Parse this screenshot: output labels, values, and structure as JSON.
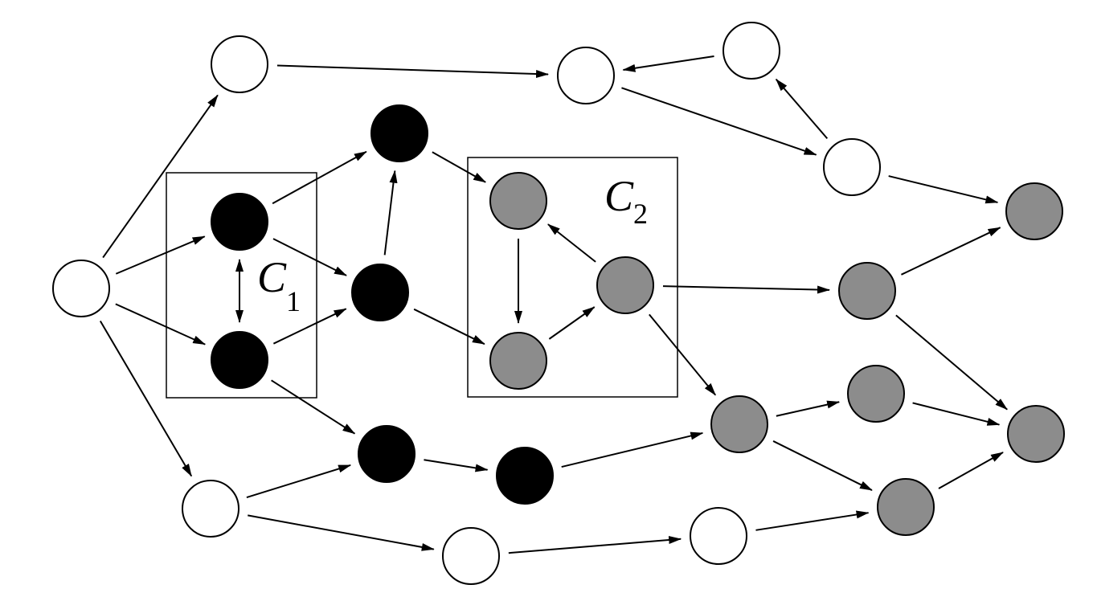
{
  "colors": {
    "white_node_fill": "#ffffff",
    "black_node_fill": "#000000",
    "gray_node_fill": "#8c8c8c",
    "stroke": "#000000"
  },
  "clusters": [
    {
      "id": "C1",
      "letter": "C",
      "subscript": "1"
    },
    {
      "id": "C2",
      "letter": "C",
      "subscript": "2"
    }
  ],
  "nodes": [
    {
      "id": "w0",
      "kind": "white"
    },
    {
      "id": "w1",
      "kind": "white"
    },
    {
      "id": "w2",
      "kind": "white"
    },
    {
      "id": "w3",
      "kind": "white"
    },
    {
      "id": "w4",
      "kind": "white"
    },
    {
      "id": "w5",
      "kind": "white"
    },
    {
      "id": "w6",
      "kind": "white"
    },
    {
      "id": "w7",
      "kind": "white"
    },
    {
      "id": "b1",
      "kind": "black"
    },
    {
      "id": "b2",
      "kind": "black"
    },
    {
      "id": "b3",
      "kind": "black"
    },
    {
      "id": "b4",
      "kind": "black"
    },
    {
      "id": "b5",
      "kind": "black"
    },
    {
      "id": "b6",
      "kind": "black"
    },
    {
      "id": "g1",
      "kind": "gray"
    },
    {
      "id": "g2",
      "kind": "gray"
    },
    {
      "id": "g3",
      "kind": "gray"
    },
    {
      "id": "g4",
      "kind": "gray"
    },
    {
      "id": "g5",
      "kind": "gray"
    },
    {
      "id": "g6",
      "kind": "gray"
    },
    {
      "id": "g7",
      "kind": "gray"
    },
    {
      "id": "g8",
      "kind": "gray"
    },
    {
      "id": "g9",
      "kind": "gray"
    }
  ],
  "edges": [
    {
      "from": "w0",
      "to": "w1"
    },
    {
      "from": "w0",
      "to": "b1"
    },
    {
      "from": "w0",
      "to": "b2"
    },
    {
      "from": "w0",
      "to": "w5"
    },
    {
      "from": "b1",
      "to": "b2",
      "bidirectional": true
    },
    {
      "from": "b1",
      "to": "b3"
    },
    {
      "from": "b1",
      "to": "b4"
    },
    {
      "from": "b2",
      "to": "b4"
    },
    {
      "from": "b2",
      "to": "b5"
    },
    {
      "from": "b4",
      "to": "b3"
    },
    {
      "from": "b3",
      "to": "g1"
    },
    {
      "from": "b4",
      "to": "g2"
    },
    {
      "from": "b5",
      "to": "b6"
    },
    {
      "from": "b6",
      "to": "g5"
    },
    {
      "from": "w5",
      "to": "b5"
    },
    {
      "from": "w5",
      "to": "w6"
    },
    {
      "from": "w6",
      "to": "w7"
    },
    {
      "from": "w7",
      "to": "g8"
    },
    {
      "from": "w1",
      "to": "w2"
    },
    {
      "from": "w3",
      "to": "w2"
    },
    {
      "from": "w2",
      "to": "w4"
    },
    {
      "from": "w4",
      "to": "w3"
    },
    {
      "from": "w4",
      "to": "g6"
    },
    {
      "from": "g1",
      "to": "g2"
    },
    {
      "from": "g2",
      "to": "g3"
    },
    {
      "from": "g3",
      "to": "g1"
    },
    {
      "from": "g3",
      "to": "g4"
    },
    {
      "from": "g3",
      "to": "g5"
    },
    {
      "from": "g4",
      "to": "g6"
    },
    {
      "from": "g4",
      "to": "g9"
    },
    {
      "from": "g5",
      "to": "g7"
    },
    {
      "from": "g5",
      "to": "g8"
    },
    {
      "from": "g7",
      "to": "g9"
    },
    {
      "from": "g8",
      "to": "g9"
    }
  ]
}
